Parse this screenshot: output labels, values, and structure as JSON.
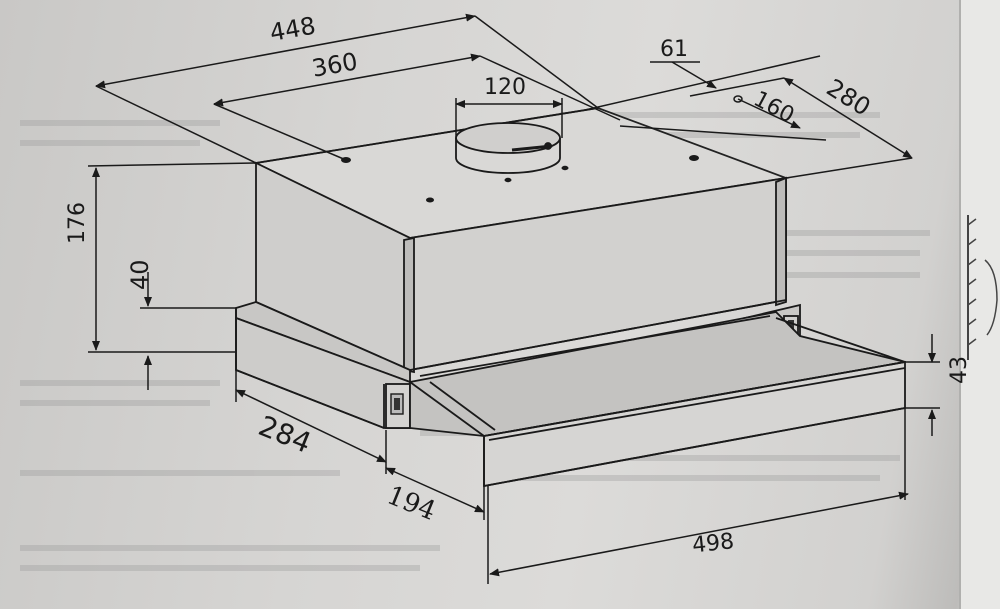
{
  "diagram": {
    "dimensions": {
      "overall_width": "448",
      "mount_width": "360",
      "outlet_diameter": "120",
      "outlet_offset": "61",
      "hole_spacing": "160",
      "depth": "280",
      "total_height": "176",
      "panel_height": "40",
      "body_depth": "284",
      "slide_out": "194",
      "front_width": "498",
      "front_height": "43"
    },
    "colors": {
      "paper": "#d6d5d3",
      "ink": "#1a1a1a"
    }
  }
}
